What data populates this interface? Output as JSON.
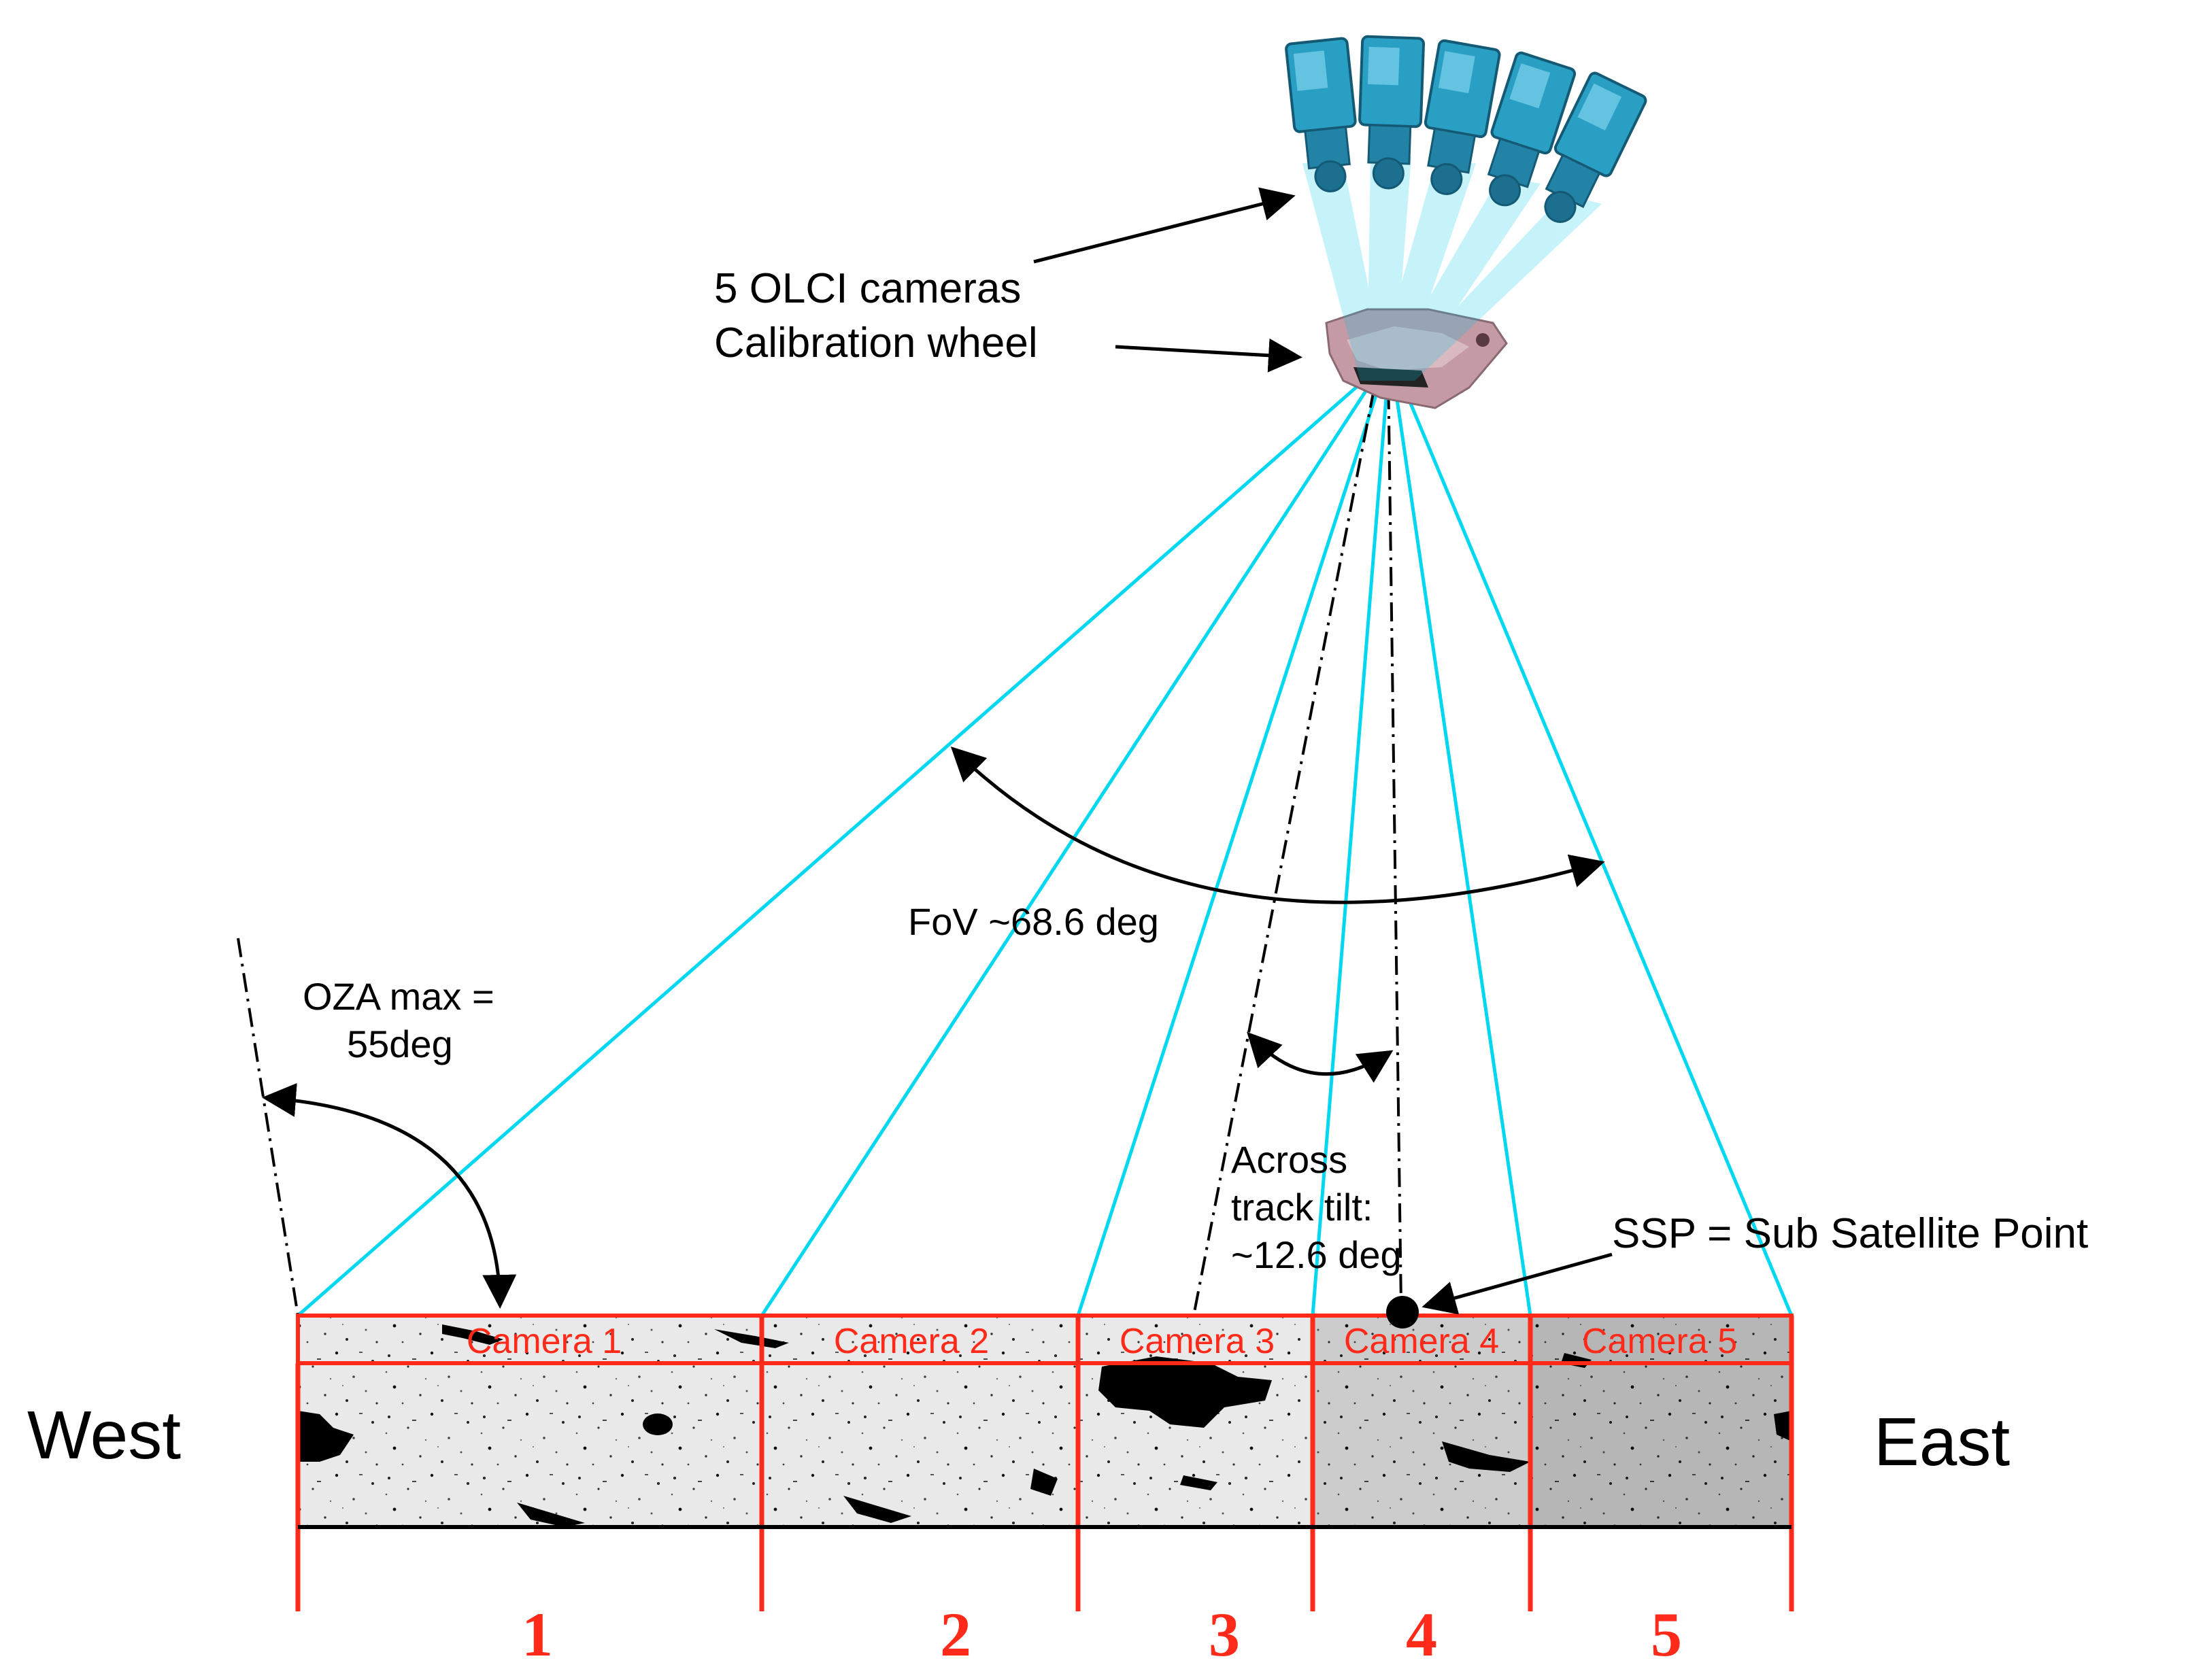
{
  "labels": {
    "cameras": "5 OLCI cameras",
    "calibration": "Calibration wheel",
    "fov": "FoV ~68.6 deg",
    "oza_line1": "OZA max =",
    "oza_line2": "55deg",
    "tilt_line1": "Across",
    "tilt_line2": "track tilt:",
    "tilt_line3": "~12.6 deg",
    "ssp": "SSP = Sub Satellite Point",
    "west": "West",
    "east": "East"
  },
  "camera_labels": [
    "Camera 1",
    "Camera 2",
    "Camera 3",
    "Camera 4",
    "Camera 5"
  ],
  "camera_numbers": [
    "1",
    "2",
    "3",
    "4",
    "5"
  ],
  "colors": {
    "ray": "#00d7f0",
    "strip_frame": "#ff2a1a",
    "camera_body": "#2a9fc4",
    "camera_highlight": "#7fd3ef",
    "calibration_wheel": "#c49aa4",
    "text": "#000000"
  },
  "icons": [
    "camera-icon",
    "calibration-wheel-icon"
  ]
}
